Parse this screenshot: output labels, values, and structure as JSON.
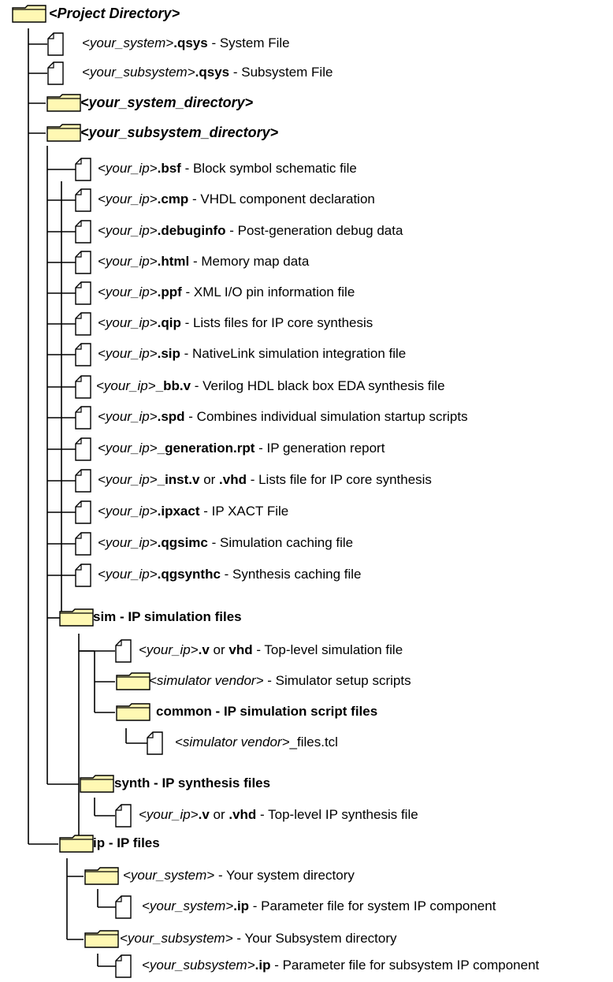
{
  "colors": {
    "folder_fill": "#fff8b3",
    "stroke": "#000000",
    "file_fill": "#ffffff"
  },
  "nodes": [
    {
      "id": "root",
      "type": "folder",
      "parts": [
        [
          "bi",
          "<Project Directory>"
        ]
      ]
    },
    {
      "id": "system-qsys",
      "type": "file",
      "parts": [
        [
          "it",
          "<your_system>"
        ],
        [
          "b",
          ".qsys"
        ],
        [
          "n",
          " - System File"
        ]
      ]
    },
    {
      "id": "subsystem-qsys",
      "type": "file",
      "parts": [
        [
          "it",
          "<your_subsystem>"
        ],
        [
          "b",
          ".qsys"
        ],
        [
          "n",
          " - Subsystem File"
        ]
      ]
    },
    {
      "id": "system-dir",
      "type": "folder",
      "parts": [
        [
          "bi",
          "<your_system_directory>"
        ]
      ]
    },
    {
      "id": "subsystem-dir",
      "type": "folder",
      "parts": [
        [
          "bi",
          "<your_subsystem_directory>"
        ]
      ]
    },
    {
      "id": "bsf",
      "type": "file",
      "parts": [
        [
          "it",
          "<your_ip>"
        ],
        [
          "b",
          ".bsf"
        ],
        [
          "n",
          " - Block symbol schematic file"
        ]
      ]
    },
    {
      "id": "cmp",
      "type": "file",
      "parts": [
        [
          "it",
          "<your_ip>"
        ],
        [
          "b",
          ".cmp"
        ],
        [
          "n",
          " - VHDL component declaration"
        ]
      ]
    },
    {
      "id": "debuginfo",
      "type": "file",
      "parts": [
        [
          "it",
          "<your_ip>"
        ],
        [
          "b",
          ".debuginfo"
        ],
        [
          "n",
          " - Post-generation debug data"
        ]
      ]
    },
    {
      "id": "html",
      "type": "file",
      "parts": [
        [
          "it",
          "<your_ip>"
        ],
        [
          "b",
          ".html"
        ],
        [
          "n",
          " - Memory map data"
        ]
      ]
    },
    {
      "id": "ppf",
      "type": "file",
      "parts": [
        [
          "it",
          "<your_ip>"
        ],
        [
          "b",
          ".ppf"
        ],
        [
          "n",
          " - XML I/O pin information file"
        ]
      ]
    },
    {
      "id": "qip",
      "type": "file",
      "parts": [
        [
          "it",
          "<your_ip>"
        ],
        [
          "b",
          ".qip"
        ],
        [
          "n",
          " - Lists files for IP core synthesis"
        ]
      ]
    },
    {
      "id": "sip",
      "type": "file",
      "parts": [
        [
          "it",
          "<your_ip>"
        ],
        [
          "b",
          ".sip"
        ],
        [
          "n",
          " - NativeLink simulation integration file"
        ]
      ]
    },
    {
      "id": "bb",
      "type": "file",
      "parts": [
        [
          "it",
          "<your_ip>"
        ],
        [
          "b",
          "_bb.v"
        ],
        [
          "n",
          " - Verilog HDL black box EDA synthesis file"
        ]
      ]
    },
    {
      "id": "spd",
      "type": "file",
      "parts": [
        [
          "it",
          "<your_ip>"
        ],
        [
          "b",
          ".spd"
        ],
        [
          "n",
          " - Combines individual simulation startup scripts"
        ]
      ]
    },
    {
      "id": "generation-rpt",
      "type": "file",
      "parts": [
        [
          "it",
          "<your_ip>"
        ],
        [
          "b",
          "_generation.rpt"
        ],
        [
          "n",
          " - IP generation report"
        ]
      ]
    },
    {
      "id": "inst",
      "type": "file",
      "parts": [
        [
          "it",
          "<your_ip>"
        ],
        [
          "b",
          "_inst.v"
        ],
        [
          "n",
          " or "
        ],
        [
          "b",
          ".vhd"
        ],
        [
          "n",
          " - Lists file for IP core synthesis"
        ]
      ]
    },
    {
      "id": "ipxact",
      "type": "file",
      "parts": [
        [
          "it",
          "<your_ip>"
        ],
        [
          "b",
          ".ipxact"
        ],
        [
          "n",
          " - IP XACT File"
        ]
      ]
    },
    {
      "id": "qgsimc",
      "type": "file",
      "parts": [
        [
          "it",
          "<your_ip>"
        ],
        [
          "b",
          ".qgsimc"
        ],
        [
          "n",
          " - Simulation caching file"
        ]
      ]
    },
    {
      "id": "qgsynthc",
      "type": "file",
      "parts": [
        [
          "it",
          "<your_ip>"
        ],
        [
          "b",
          ".qgsynthc"
        ],
        [
          "n",
          " - Synthesis caching file"
        ]
      ]
    },
    {
      "id": "sim-dir",
      "type": "folder",
      "parts": [
        [
          "b",
          "sim - IP simulation files"
        ]
      ]
    },
    {
      "id": "sim-toplevel",
      "type": "file",
      "parts": [
        [
          "it",
          "<your_ip>"
        ],
        [
          "b",
          ".v"
        ],
        [
          "n",
          " or "
        ],
        [
          "b",
          "vhd"
        ],
        [
          "n",
          " - Top-level simulation file"
        ]
      ]
    },
    {
      "id": "sim-vendor-dir",
      "type": "folder",
      "parts": [
        [
          "it",
          "<simulator vendor>"
        ],
        [
          "n",
          " - Simulator setup scripts"
        ]
      ]
    },
    {
      "id": "common-dir",
      "type": "folder",
      "parts": [
        [
          "b",
          "common - IP simulation script files"
        ]
      ]
    },
    {
      "id": "files-tcl",
      "type": "file",
      "parts": [
        [
          "it",
          "<simulator vendor>"
        ],
        [
          "n",
          "_files.tcl"
        ]
      ]
    },
    {
      "id": "synth-dir",
      "type": "folder",
      "parts": [
        [
          "b",
          "synth - IP synthesis files"
        ]
      ]
    },
    {
      "id": "synth-toplevel",
      "type": "file",
      "parts": [
        [
          "it",
          "<your_ip>"
        ],
        [
          "b",
          ".v"
        ],
        [
          "n",
          " or "
        ],
        [
          "b",
          ".vhd"
        ],
        [
          "n",
          " - Top-level IP synthesis file"
        ]
      ]
    },
    {
      "id": "ip-dir",
      "type": "folder",
      "parts": [
        [
          "b",
          "ip - IP files"
        ]
      ]
    },
    {
      "id": "ip-system-dir",
      "type": "folder",
      "parts": [
        [
          "it",
          "<your_system>"
        ],
        [
          "n",
          " - Your system directory"
        ]
      ]
    },
    {
      "id": "system-ip",
      "type": "file",
      "parts": [
        [
          "it",
          "<your_system>"
        ],
        [
          "b",
          ".ip"
        ],
        [
          "n",
          " - Parameter file for system IP component"
        ]
      ]
    },
    {
      "id": "ip-subsystem-dir",
      "type": "folder",
      "parts": [
        [
          "it",
          "<your_subsystem>"
        ],
        [
          "n",
          " - Your Subsystem directory"
        ]
      ]
    },
    {
      "id": "subsystem-ip",
      "type": "file",
      "parts": [
        [
          "it",
          "<your_subsystem>"
        ],
        [
          "b",
          ".ip"
        ],
        [
          "n",
          " - Parameter file for subsystem IP component"
        ]
      ]
    }
  ]
}
